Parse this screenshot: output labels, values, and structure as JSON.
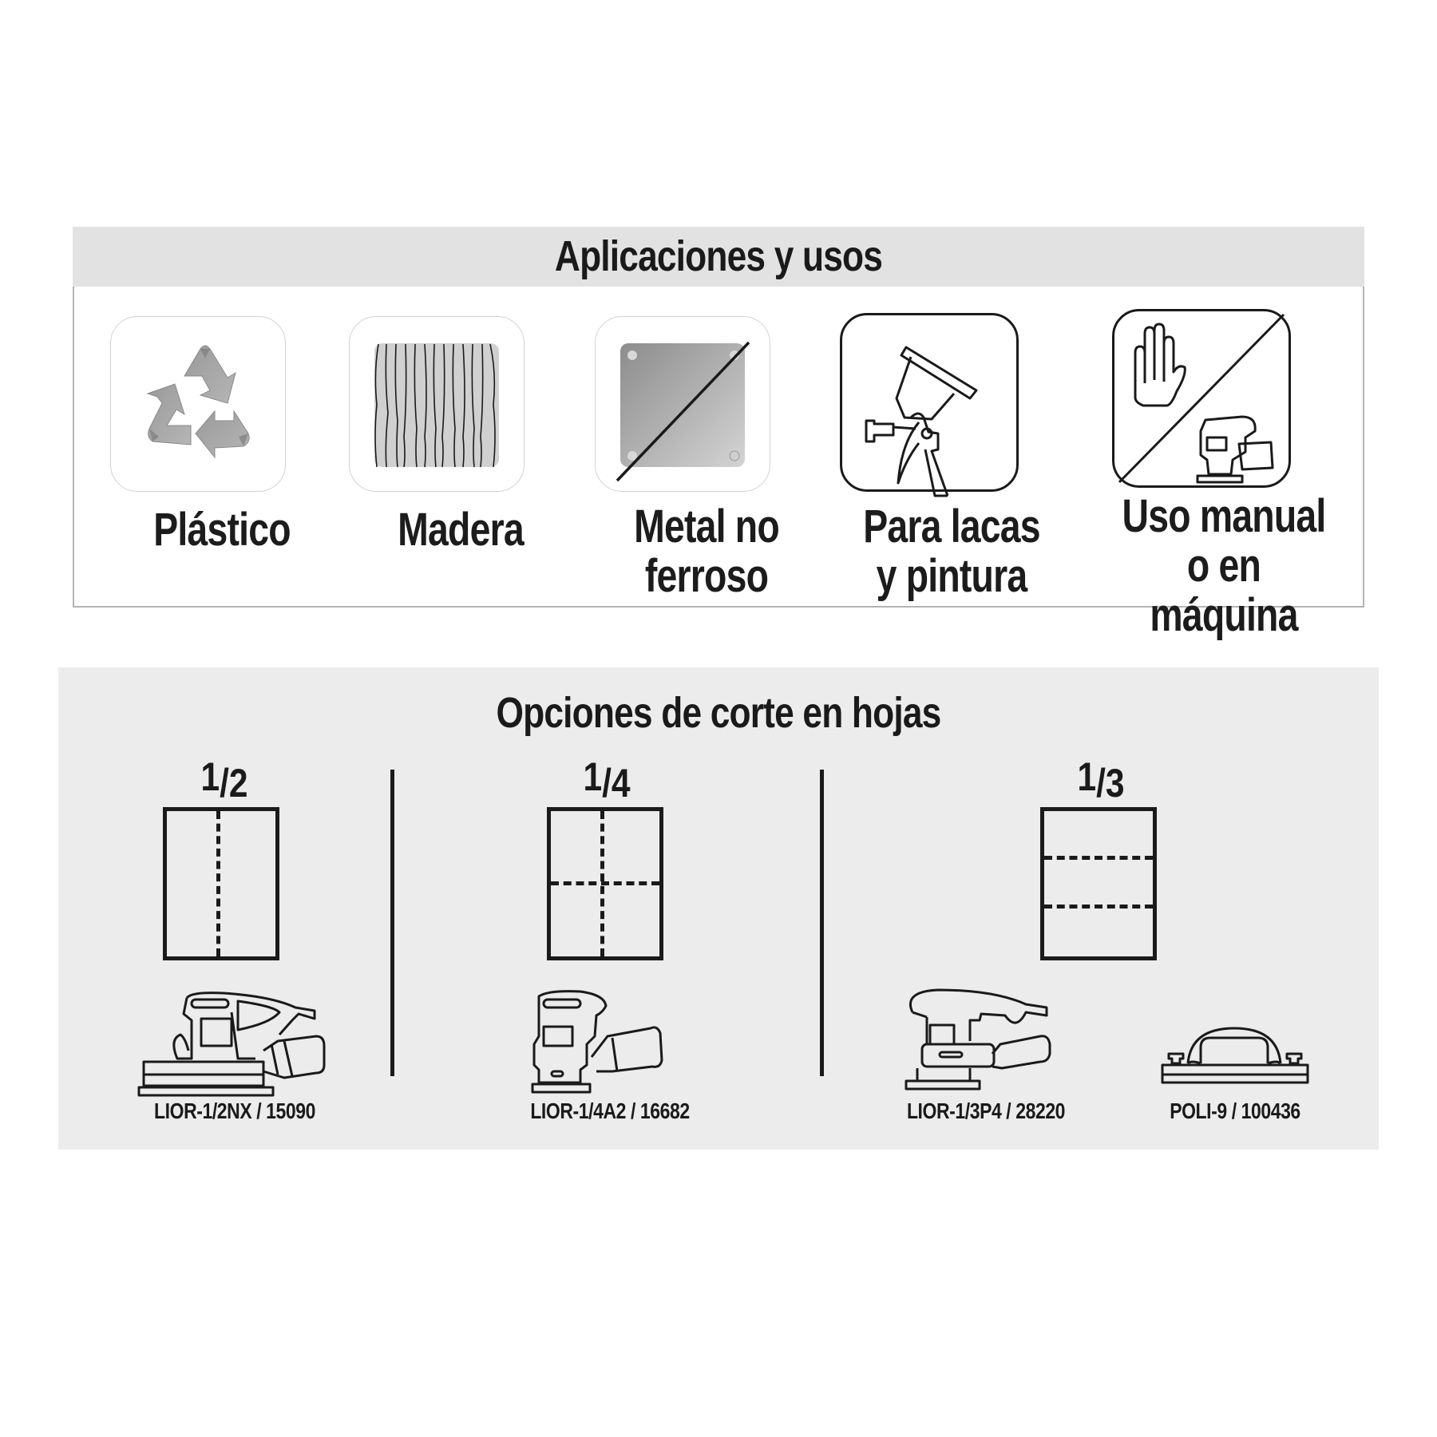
{
  "applications": {
    "title": "Aplicaciones y usos",
    "items": [
      {
        "label_line1": "Plástico",
        "label_line2": "",
        "icon": "recycle-icon"
      },
      {
        "label_line1": "Madera",
        "label_line2": "",
        "icon": "wood-grain-icon"
      },
      {
        "label_line1": "Metal no",
        "label_line2": "ferroso",
        "icon": "non-ferrous-metal-icon"
      },
      {
        "label_line1": "Para lacas",
        "label_line2": "y pintura",
        "icon": "spray-gun-icon"
      },
      {
        "label_line1": "Uso manual",
        "label_line2": "o en máquina",
        "icon": "hand-and-sander-icon"
      }
    ]
  },
  "cut_options": {
    "title": "Opciones de corte en hojas",
    "groups": [
      {
        "fraction_num": "1",
        "fraction_den": "2",
        "layout": "vertical-split",
        "tools": [
          {
            "model": "LIOR-1/2NX / 15090",
            "icon": "half-sheet-sander-icon"
          }
        ]
      },
      {
        "fraction_num": "1",
        "fraction_den": "4",
        "layout": "quarter-split",
        "tools": [
          {
            "model": "LIOR-1/4A2 / 16682",
            "icon": "quarter-sheet-sander-icon"
          }
        ]
      },
      {
        "fraction_num": "1",
        "fraction_den": "3",
        "layout": "thirds-split",
        "tools": [
          {
            "model": "LIOR-1/3P4 / 28220",
            "icon": "third-sheet-sander-icon"
          },
          {
            "model": "POLI-9 / 100436",
            "icon": "hand-sanding-block-icon"
          }
        ]
      }
    ]
  },
  "colors": {
    "band_gray": "#e2e2e2",
    "panel_gray": "#ececec",
    "ink": "#1a1a1a",
    "border_gray": "#b4b4b4"
  }
}
